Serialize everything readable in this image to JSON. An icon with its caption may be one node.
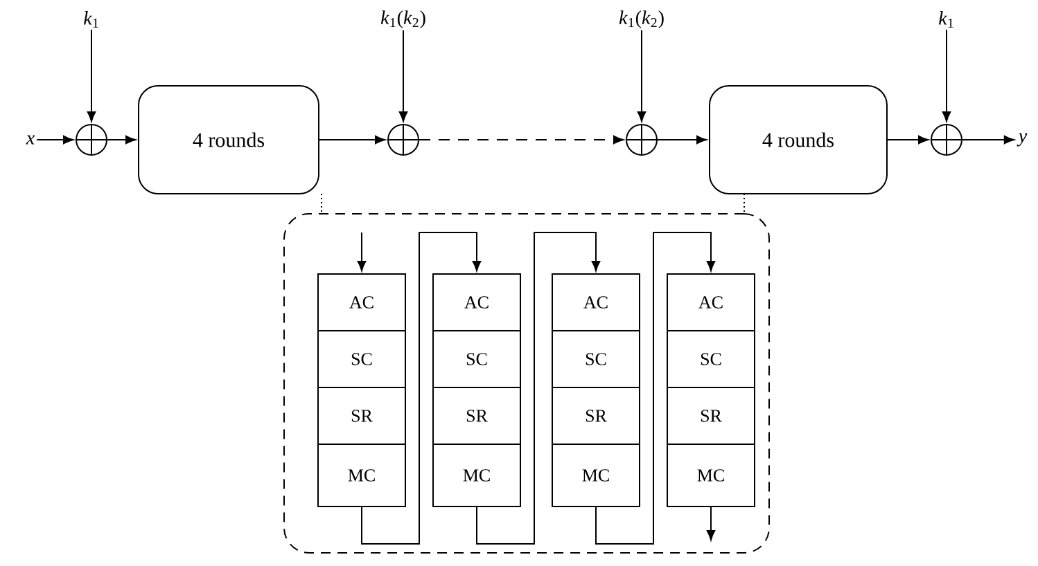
{
  "diagram": {
    "nodes": [
      {
        "text": [
          "x"
        ]
      },
      {
        "text": [],
        "shape": "circle"
      },
      {
        "text": [
          "*k*$_{1}$"
        ]
      },
      {
        "text": [
          "4 rounds"
        ]
      },
      {
        "text": [],
        "shape": "circle"
      },
      {
        "text": [
          "*k*$_{1}$(*k*$_{2}$)"
        ]
      },
      {
        "text": [],
        "shape": "circle"
      },
      {
        "text": [
          "*k*$_{1}$(*k*$_{2}$)"
        ]
      },
      {
        "text": [
          "4 rounds"
        ]
      },
      {
        "text": [],
        "shape": "circle"
      },
      {
        "text": [
          "*k*$_{1}$"
        ]
      },
      {
        "text": [
          "y"
        ]
      },
      {
        "text": [],
        "shape": "box"
      },
      {
        "text": [
          "AC"
        ],
        "in": 12
      },
      {
        "text": [
          "SC"
        ],
        "in": 12
      },
      {
        "text": [
          "SR"
        ],
        "in": 12
      },
      {
        "text": [
          "MC"
        ],
        "in": 12
      },
      {
        "text": [
          "AC"
        ],
        "in": 12
      },
      {
        "text": [
          "SC"
        ],
        "in": 12
      },
      {
        "text": [
          "SR"
        ],
        "in": 12
      },
      {
        "text": [
          "MC"
        ],
        "in": 12
      },
      {
        "text": [
          "AC"
        ],
        "in": 12
      },
      {
        "text": [
          "SC"
        ],
        "in": 12
      },
      {
        "text": [
          "SR"
        ],
        "in": 12
      },
      {
        "text": [
          "MC"
        ],
        "in": 12
      },
      {
        "text": [
          "AC"
        ],
        "in": 12
      },
      {
        "text": [
          "SC"
        ],
        "in": 12
      },
      {
        "text": [
          "SR"
        ],
        "in": 12
      },
      {
        "text": [
          "MC"
        ],
        "in": 12
      }
    ],
    "edges": [
      {
        "from": 0,
        "to": 1,
        "arrow": "to"
      },
      {
        "from": 2,
        "to": 1,
        "arrow": "to"
      },
      {
        "from": 1,
        "to": 3,
        "arrow": "to"
      },
      {
        "from": 3,
        "to": 4,
        "arrow": "to"
      },
      {
        "from": 5,
        "to": 4,
        "arrow": "to"
      },
      {
        "from": 4,
        "to": 6,
        "arrow": "to",
        "style": "dashed"
      },
      {
        "from": 7,
        "to": 6,
        "arrow": "to"
      },
      {
        "from": 6,
        "to": 8,
        "arrow": "to"
      },
      {
        "from": 8,
        "to": 9,
        "arrow": "to"
      },
      {
        "from": 10,
        "to": 9,
        "arrow": "to"
      },
      {
        "from": 9,
        "to": 11,
        "arrow": "to"
      },
      {
        "from": 3,
        "to": 12,
        "arrow": "none",
        "style": "dashed"
      },
      {
        "from": 8,
        "to": 12,
        "arrow": "none",
        "style": "dashed"
      },
      {
        "from": null,
        "to": 13,
        "arrow": "to"
      },
      {
        "from": 16,
        "to": 17,
        "arrow": "to"
      },
      {
        "from": 20,
        "to": 21,
        "arrow": "to"
      },
      {
        "from": 24,
        "to": 25,
        "arrow": "to"
      },
      {
        "from": 28,
        "to": null,
        "arrow": "to"
      }
    ]
  }
}
